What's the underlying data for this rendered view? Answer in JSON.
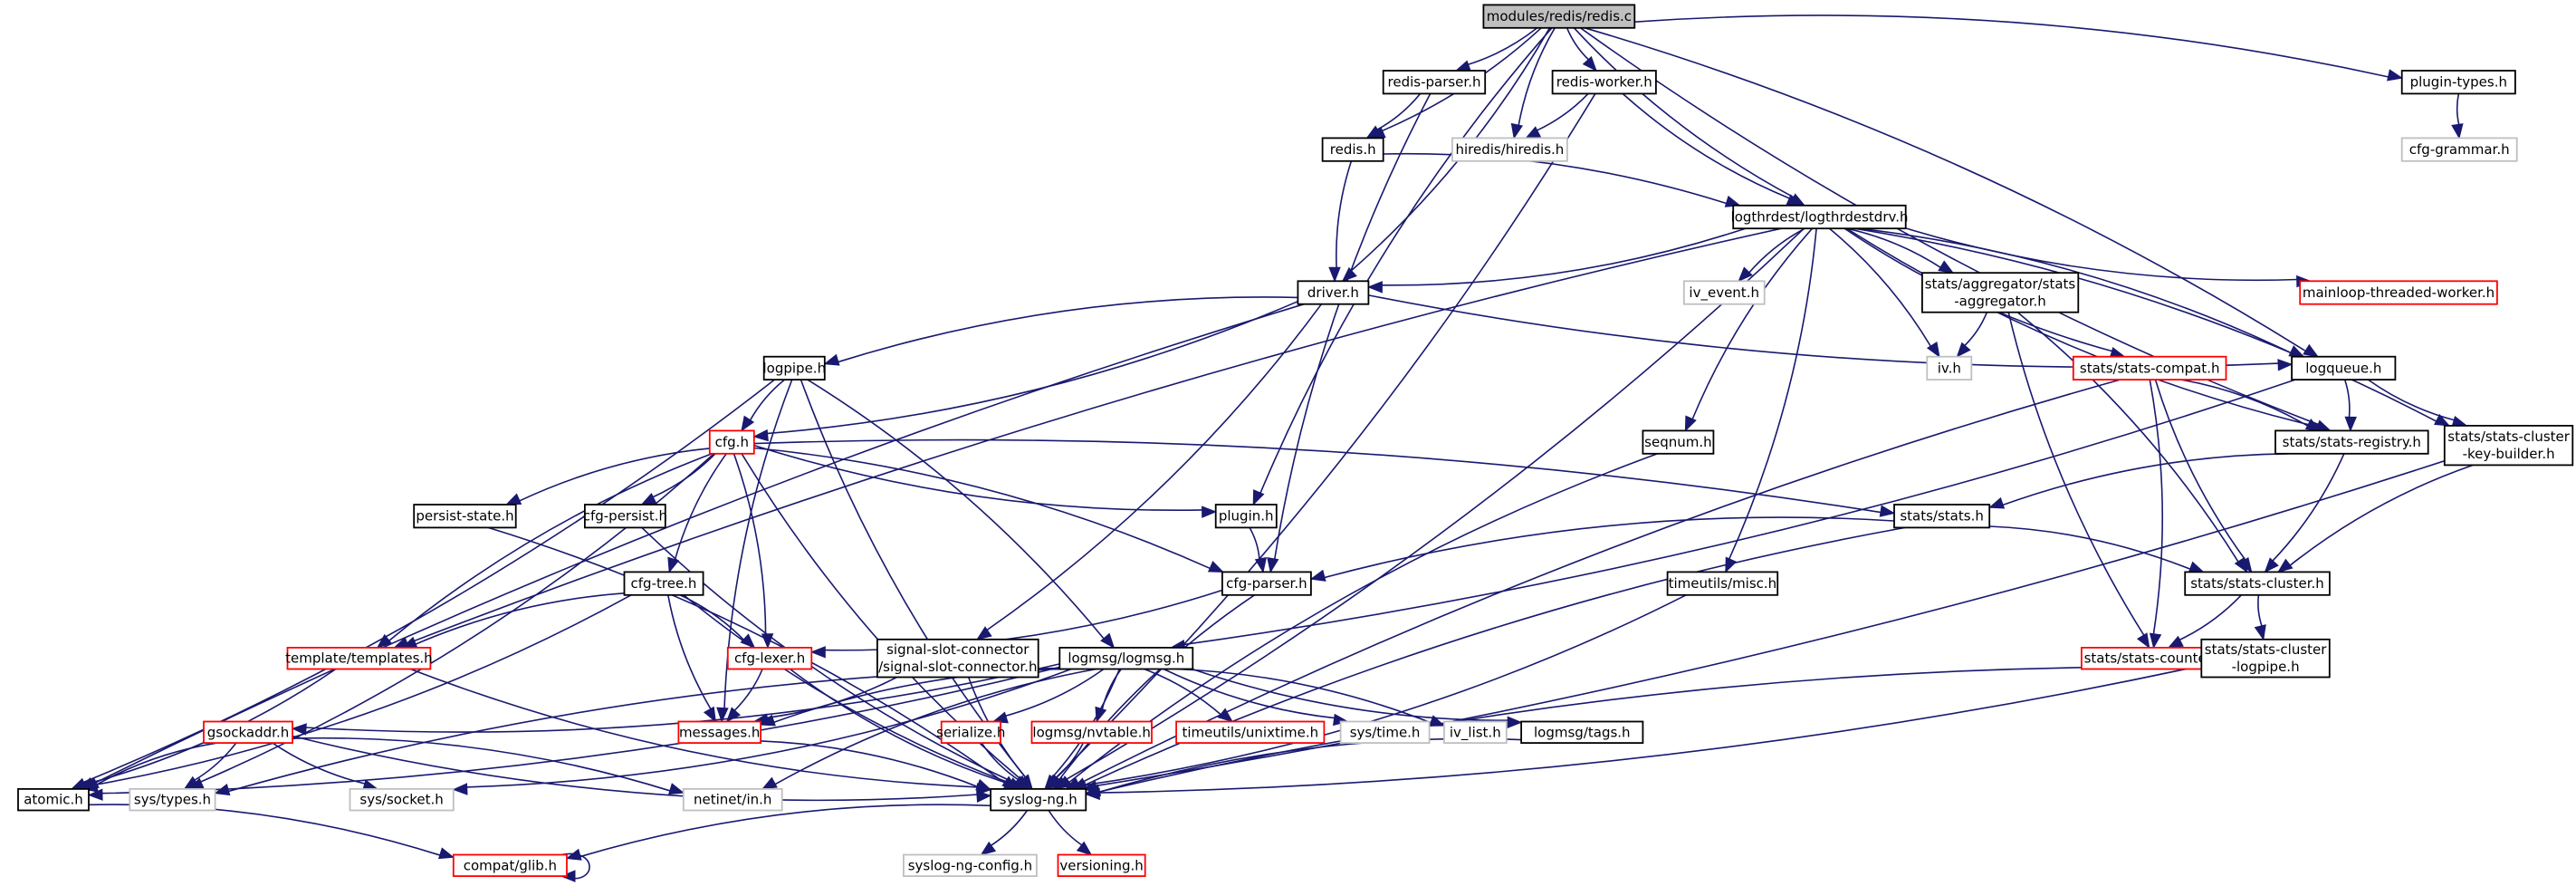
{
  "title": "modules/redis/redis.c",
  "colors": {
    "edge": "#191970",
    "red_border": "#ff0000",
    "gray_border": "#bfbfbf",
    "root_fill": "#bfbfbf"
  },
  "nodes": [
    {
      "id": "redis_c",
      "label": [
        "modules/redis/redis.c"
      ],
      "style": "root"
    },
    {
      "id": "redis_parser",
      "label": [
        "redis-parser.h"
      ],
      "style": "normal"
    },
    {
      "id": "redis_worker",
      "label": [
        "redis-worker.h"
      ],
      "style": "normal"
    },
    {
      "id": "redis_h",
      "label": [
        "redis.h"
      ],
      "style": "normal"
    },
    {
      "id": "hiredis",
      "label": [
        "hiredis/hiredis.h"
      ],
      "style": "gray"
    },
    {
      "id": "plugin_types",
      "label": [
        "plugin-types.h"
      ],
      "style": "normal"
    },
    {
      "id": "cfg_grammar",
      "label": [
        "cfg-grammar.h"
      ],
      "style": "gray"
    },
    {
      "id": "logthrdestdrv",
      "label": [
        "logthrdest/logthrdestdrv.h"
      ],
      "style": "normal"
    },
    {
      "id": "driver",
      "label": [
        "driver.h"
      ],
      "style": "normal"
    },
    {
      "id": "iv_event",
      "label": [
        "iv_event.h"
      ],
      "style": "gray"
    },
    {
      "id": "stats_aggregator",
      "label": [
        "stats/aggregator/stats",
        "-aggregator.h"
      ],
      "style": "normal"
    },
    {
      "id": "mainloop_tw",
      "label": [
        "mainloop-threaded-worker.h"
      ],
      "style": "red"
    },
    {
      "id": "logpipe",
      "label": [
        "logpipe.h"
      ],
      "style": "normal"
    },
    {
      "id": "iv_h",
      "label": [
        "iv.h"
      ],
      "style": "gray"
    },
    {
      "id": "stats_compat",
      "label": [
        "stats/stats-compat.h"
      ],
      "style": "red"
    },
    {
      "id": "logqueue",
      "label": [
        "logqueue.h"
      ],
      "style": "normal"
    },
    {
      "id": "cfg_h",
      "label": [
        "cfg.h"
      ],
      "style": "red"
    },
    {
      "id": "stats_registry",
      "label": [
        "stats/stats-registry.h"
      ],
      "style": "normal"
    },
    {
      "id": "stats_ckb",
      "label": [
        "stats/stats-cluster",
        "-key-builder.h"
      ],
      "style": "normal"
    },
    {
      "id": "seqnum",
      "label": [
        "seqnum.h"
      ],
      "style": "normal"
    },
    {
      "id": "persist_state",
      "label": [
        "persist-state.h"
      ],
      "style": "normal"
    },
    {
      "id": "cfg_persist",
      "label": [
        "cfg-persist.h"
      ],
      "style": "normal"
    },
    {
      "id": "plugin_h",
      "label": [
        "plugin.h"
      ],
      "style": "normal"
    },
    {
      "id": "stats_h",
      "label": [
        "stats/stats.h"
      ],
      "style": "normal"
    },
    {
      "id": "tu_misc",
      "label": [
        "timeutils/misc.h"
      ],
      "style": "normal"
    },
    {
      "id": "cfg_tree",
      "label": [
        "cfg-tree.h"
      ],
      "style": "normal"
    },
    {
      "id": "cfg_parser",
      "label": [
        "cfg-parser.h"
      ],
      "style": "normal"
    },
    {
      "id": "stats_cluster",
      "label": [
        "stats/stats-cluster.h"
      ],
      "style": "normal"
    },
    {
      "id": "templates",
      "label": [
        "template/templates.h"
      ],
      "style": "red"
    },
    {
      "id": "cfg_lexer",
      "label": [
        "cfg-lexer.h"
      ],
      "style": "red"
    },
    {
      "id": "ssc",
      "label": [
        "signal-slot-connector",
        "/signal-slot-connector.h"
      ],
      "style": "normal"
    },
    {
      "id": "logmsg",
      "label": [
        "logmsg/logmsg.h"
      ],
      "style": "normal"
    },
    {
      "id": "stats_counter",
      "label": [
        "stats/stats-counter.h"
      ],
      "style": "red"
    },
    {
      "id": "stats_clp",
      "label": [
        "stats/stats-cluster",
        "-logpipe.h"
      ],
      "style": "normal"
    },
    {
      "id": "gsockaddr",
      "label": [
        "gsockaddr.h"
      ],
      "style": "red"
    },
    {
      "id": "messages",
      "label": [
        "messages.h"
      ],
      "style": "red"
    },
    {
      "id": "serialize",
      "label": [
        "serialize.h"
      ],
      "style": "red"
    },
    {
      "id": "nvtable",
      "label": [
        "logmsg/nvtable.h"
      ],
      "style": "red"
    },
    {
      "id": "unixtime",
      "label": [
        "timeutils/unixtime.h"
      ],
      "style": "red"
    },
    {
      "id": "sys_time",
      "label": [
        "sys/time.h"
      ],
      "style": "gray"
    },
    {
      "id": "iv_list",
      "label": [
        "iv_list.h"
      ],
      "style": "gray"
    },
    {
      "id": "tags",
      "label": [
        "logmsg/tags.h"
      ],
      "style": "normal"
    },
    {
      "id": "atomic",
      "label": [
        "atomic.h"
      ],
      "style": "normal"
    },
    {
      "id": "sys_types",
      "label": [
        "sys/types.h"
      ],
      "style": "gray"
    },
    {
      "id": "sys_socket",
      "label": [
        "sys/socket.h"
      ],
      "style": "gray"
    },
    {
      "id": "netinet",
      "label": [
        "netinet/in.h"
      ],
      "style": "gray"
    },
    {
      "id": "syslog_ng",
      "label": [
        "syslog-ng.h"
      ],
      "style": "normal"
    },
    {
      "id": "compat_glib",
      "label": [
        "compat/glib.h"
      ],
      "style": "red"
    },
    {
      "id": "sng_config",
      "label": [
        "syslog-ng-config.h"
      ],
      "style": "gray"
    },
    {
      "id": "versioning",
      "label": [
        "versioning.h"
      ],
      "style": "red"
    }
  ],
  "edges": [
    [
      "redis_c",
      "redis_parser"
    ],
    [
      "redis_c",
      "redis_worker"
    ],
    [
      "redis_c",
      "redis_h"
    ],
    [
      "redis_c",
      "hiredis"
    ],
    [
      "redis_c",
      "plugin_types"
    ],
    [
      "redis_c",
      "logthrdestdrv"
    ],
    [
      "redis_c",
      "driver"
    ],
    [
      "redis_c",
      "plugin_h"
    ],
    [
      "redis_c",
      "logqueue"
    ],
    [
      "redis_c",
      "stats_registry"
    ],
    [
      "redis_parser",
      "redis_h"
    ],
    [
      "redis_parser",
      "cfg_parser"
    ],
    [
      "redis_worker",
      "hiredis"
    ],
    [
      "redis_worker",
      "logthrdestdrv"
    ],
    [
      "redis_worker",
      "syslog_ng"
    ],
    [
      "redis_h",
      "driver"
    ],
    [
      "redis_h",
      "logthrdestdrv"
    ],
    [
      "plugin_types",
      "cfg_grammar"
    ],
    [
      "logthrdestdrv",
      "driver"
    ],
    [
      "logthrdestdrv",
      "iv_event"
    ],
    [
      "logthrdestdrv",
      "stats_aggregator"
    ],
    [
      "logthrdestdrv",
      "mainloop_tw"
    ],
    [
      "logthrdestdrv",
      "iv_h"
    ],
    [
      "logthrdestdrv",
      "stats_compat"
    ],
    [
      "logthrdestdrv",
      "logqueue"
    ],
    [
      "logthrdestdrv",
      "seqnum"
    ],
    [
      "logthrdestdrv",
      "tu_misc"
    ],
    [
      "logthrdestdrv",
      "stats_registry"
    ],
    [
      "logthrdestdrv",
      "stats_ckb"
    ],
    [
      "logthrdestdrv",
      "templates"
    ],
    [
      "logthrdestdrv",
      "syslog_ng"
    ],
    [
      "driver",
      "logpipe"
    ],
    [
      "driver",
      "cfg_h"
    ],
    [
      "driver",
      "logqueue"
    ],
    [
      "driver",
      "ssc"
    ],
    [
      "driver",
      "atomic"
    ],
    [
      "stats_aggregator",
      "iv_h"
    ],
    [
      "stats_aggregator",
      "stats_counter"
    ],
    [
      "stats_aggregator",
      "stats_cluster"
    ],
    [
      "logpipe",
      "cfg_h"
    ],
    [
      "logpipe",
      "logmsg"
    ],
    [
      "logpipe",
      "messages"
    ],
    [
      "logpipe",
      "atomic"
    ],
    [
      "logpipe",
      "syslog_ng"
    ],
    [
      "stats_compat",
      "stats_registry"
    ],
    [
      "stats_compat",
      "stats_cluster"
    ],
    [
      "stats_compat",
      "stats_counter"
    ],
    [
      "stats_compat",
      "syslog_ng"
    ],
    [
      "logqueue",
      "stats_registry"
    ],
    [
      "logqueue",
      "stats_ckb"
    ],
    [
      "logqueue",
      "logmsg"
    ],
    [
      "cfg_h",
      "persist_state"
    ],
    [
      "cfg_h",
      "cfg_persist"
    ],
    [
      "cfg_h",
      "plugin_h"
    ],
    [
      "cfg_h",
      "stats_h"
    ],
    [
      "cfg_h",
      "cfg_tree"
    ],
    [
      "cfg_h",
      "cfg_parser"
    ],
    [
      "cfg_h",
      "templates"
    ],
    [
      "cfg_h",
      "cfg_lexer"
    ],
    [
      "cfg_h",
      "syslog_ng"
    ],
    [
      "cfg_h",
      "sys_types"
    ],
    [
      "stats_registry",
      "stats_h"
    ],
    [
      "stats_registry",
      "stats_cluster"
    ],
    [
      "stats_ckb",
      "stats_cluster"
    ],
    [
      "stats_ckb",
      "syslog_ng"
    ],
    [
      "seqnum",
      "syslog_ng"
    ],
    [
      "persist_state",
      "syslog_ng"
    ],
    [
      "cfg_persist",
      "syslog_ng"
    ],
    [
      "plugin_h",
      "cfg_parser"
    ],
    [
      "stats_h",
      "cfg_parser"
    ],
    [
      "stats_h",
      "stats_cluster"
    ],
    [
      "stats_h",
      "syslog_ng"
    ],
    [
      "tu_misc",
      "syslog_ng"
    ],
    [
      "cfg_tree",
      "templates"
    ],
    [
      "cfg_tree",
      "cfg_lexer"
    ],
    [
      "cfg_tree",
      "messages"
    ],
    [
      "cfg_tree",
      "atomic"
    ],
    [
      "cfg_tree",
      "syslog_ng"
    ],
    [
      "cfg_parser",
      "cfg_lexer"
    ],
    [
      "cfg_parser",
      "syslog_ng"
    ],
    [
      "stats_cluster",
      "stats_counter"
    ],
    [
      "stats_cluster",
      "stats_clp"
    ],
    [
      "templates",
      "atomic"
    ],
    [
      "templates",
      "syslog_ng"
    ],
    [
      "cfg_lexer",
      "messages"
    ],
    [
      "cfg_lexer",
      "syslog_ng"
    ],
    [
      "ssc",
      "messages"
    ],
    [
      "ssc",
      "syslog_ng"
    ],
    [
      "logmsg",
      "serialize"
    ],
    [
      "logmsg",
      "nvtable"
    ],
    [
      "logmsg",
      "unixtime"
    ],
    [
      "logmsg",
      "sys_time"
    ],
    [
      "logmsg",
      "iv_list"
    ],
    [
      "logmsg",
      "tags"
    ],
    [
      "logmsg",
      "gsockaddr"
    ],
    [
      "logmsg",
      "messages"
    ],
    [
      "logmsg",
      "atomic"
    ],
    [
      "logmsg",
      "sys_types"
    ],
    [
      "logmsg",
      "sys_socket"
    ],
    [
      "logmsg",
      "netinet"
    ],
    [
      "logmsg",
      "syslog_ng"
    ],
    [
      "stats_counter",
      "syslog_ng"
    ],
    [
      "stats_clp",
      "syslog_ng"
    ],
    [
      "gsockaddr",
      "atomic"
    ],
    [
      "gsockaddr",
      "sys_types"
    ],
    [
      "gsockaddr",
      "sys_socket"
    ],
    [
      "gsockaddr",
      "netinet"
    ],
    [
      "gsockaddr",
      "syslog_ng"
    ],
    [
      "messages",
      "syslog_ng"
    ],
    [
      "serialize",
      "syslog_ng"
    ],
    [
      "nvtable",
      "syslog_ng"
    ],
    [
      "tags",
      "syslog_ng"
    ],
    [
      "atomic",
      "compat_glib"
    ],
    [
      "syslog_ng",
      "compat_glib"
    ],
    [
      "syslog_ng",
      "sng_config"
    ],
    [
      "syslog_ng",
      "versioning"
    ],
    [
      "compat_glib",
      "compat_glib"
    ]
  ]
}
